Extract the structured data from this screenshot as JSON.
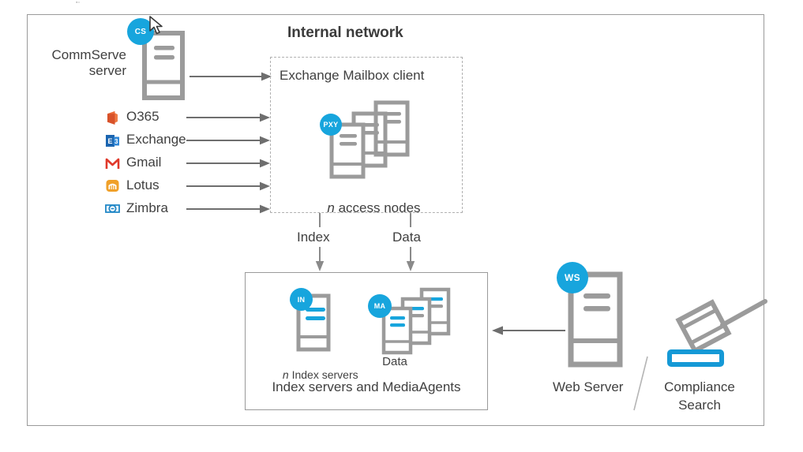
{
  "diagram": {
    "title": "Internal network",
    "frame_border_color": "#9a9a9a",
    "accent_blue": "#17a5dd",
    "icon_gray": "#9b9b9b",
    "text_color": "#404040"
  },
  "commserve": {
    "label_line1": "CommServe",
    "label_line2": "server",
    "badge": "CS"
  },
  "sources": [
    {
      "name": "O365",
      "icon": "o365-icon",
      "color": "#d8522a"
    },
    {
      "name": "Exchange",
      "icon": "exchange-icon",
      "color": "#1b65b0"
    },
    {
      "name": "Gmail",
      "icon": "gmail-icon",
      "color": "#e0392b"
    },
    {
      "name": "Lotus",
      "icon": "lotus-icon",
      "color": "#f0a029"
    },
    {
      "name": "Zimbra",
      "icon": "zimbra-icon",
      "color": "#1f86c6"
    }
  ],
  "internal_network": {
    "client_box_label": "Exchange Mailbox client",
    "access_nodes_label_prefix": "n",
    "access_nodes_label_rest": " access nodes",
    "badge": "PXY"
  },
  "flows": {
    "index": "Index",
    "data": "Data"
  },
  "index_box": {
    "caption": "Index servers and MediaAgents",
    "index_servers_prefix": "n",
    "index_servers_rest": " Index servers",
    "index_badge": "IN",
    "data_label": "Data",
    "data_badge": "MA"
  },
  "web": {
    "badge": "WS",
    "web_server_label": "Web Server",
    "separator": "/",
    "compliance_line1": "Compliance",
    "compliance_line2": "Search"
  }
}
